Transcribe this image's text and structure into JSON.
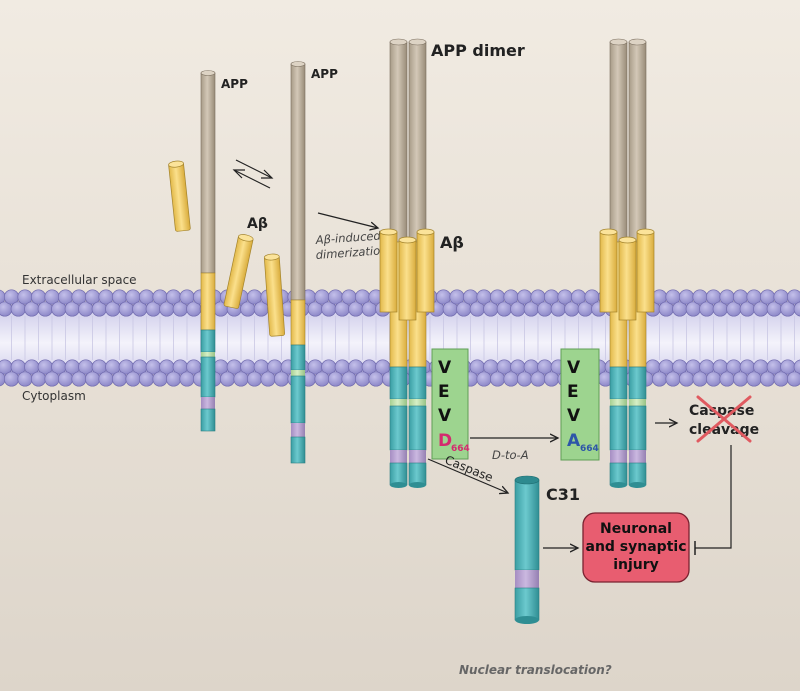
{
  "labels": {
    "extracellular": "Extracellular space",
    "cytoplasm": "Cytoplasm",
    "app1": "APP",
    "app2": "APP",
    "app_dimer": "APP dimer",
    "abeta_left": "Aβ",
    "abeta_mid": "Aβ",
    "abeta_dimerization_line1": "Aβ-induced",
    "abeta_dimerization_line2": "dimerization",
    "residue_v1": "V",
    "residue_e1": "E",
    "residue_v2": "V",
    "residue_d": "D",
    "residue_d_num": "664",
    "residue_v3": "V",
    "residue_e2": "E",
    "residue_v4": "V",
    "residue_a": "A",
    "residue_a_num": "664",
    "d_to_a": "D-to-A",
    "caspase": "Caspase",
    "c31": "C31",
    "caspase_cleavage_line1": "Caspase",
    "caspase_cleavage_line2": "cleavage",
    "injury_line1": "Neuronal",
    "injury_line2": "and synaptic",
    "injury_line3": "injury",
    "nuclear_translocation": "Nuclear translocation?"
  },
  "colors": {
    "background_top": "#efe8de",
    "background_bottom": "#ddd6cb",
    "membrane_head": "#9b96d3",
    "membrane_stroke": "#6f69ad",
    "membrane_tail": "#d9d8ee",
    "app_tan": "#c0b4a2",
    "abeta_yellow": "#f5d36e",
    "cyto_teal": "#4fb8bd",
    "stripe_purple": "#b9a2d4",
    "stripe_green": "#bfe3a9",
    "box_green": "#97d48a",
    "injury_box": "#e85d70",
    "residue_d_color": "#d42a6e",
    "residue_a_color": "#2d56a8"
  }
}
